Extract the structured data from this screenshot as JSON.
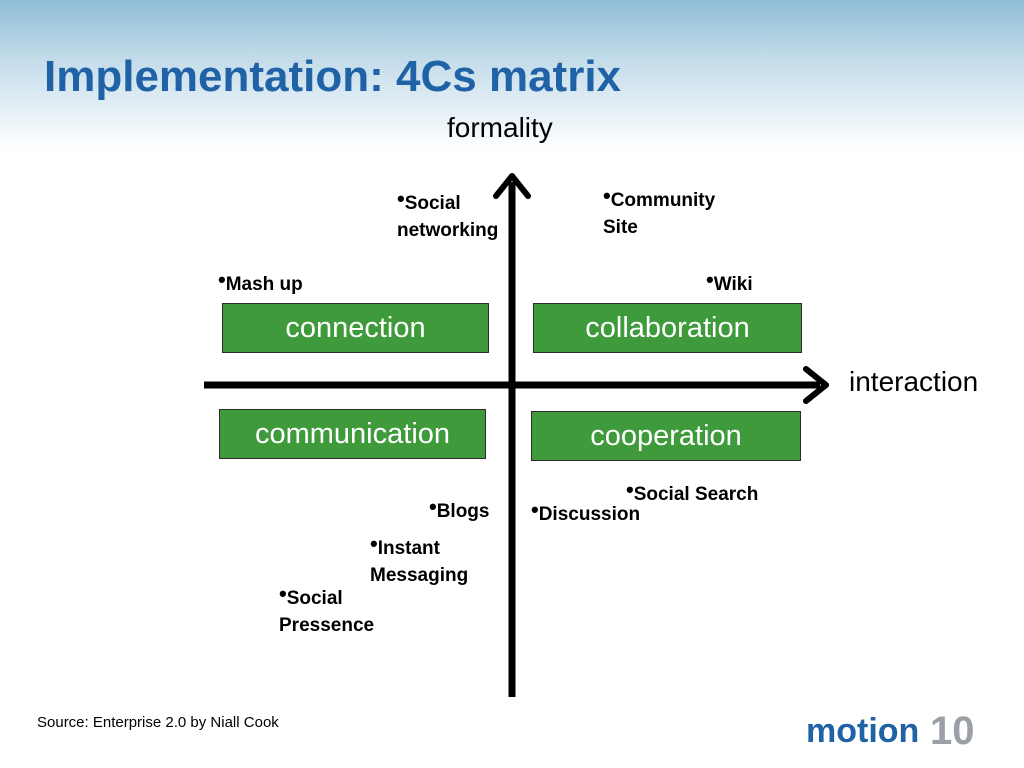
{
  "slide": {
    "title": "Implementation: 4Cs matrix",
    "source": "Source: Enterprise 2.0 by Niall Cook"
  },
  "axes": {
    "vertical_label": "formality",
    "horizontal_label": "interaction"
  },
  "quadrants": {
    "connection": "connection",
    "collaboration": "collaboration",
    "communication": "communication",
    "cooperation": "cooperation"
  },
  "tools": {
    "social_networking": [
      "Social",
      "networking"
    ],
    "community_site": [
      "Community",
      "Site"
    ],
    "mash_up": "Mash up",
    "wiki": "Wiki",
    "blogs": "Blogs",
    "discussion": "Discussion",
    "social_search": "Social Search",
    "instant_messaging": [
      "Instant",
      "Messaging"
    ],
    "social_presence": [
      "Social",
      "Pressence"
    ]
  },
  "bullet": "•",
  "colors": {
    "title": "#1f63a6",
    "quadrant_fill": "#3f9a3c",
    "quadrant_text": "#ffffff",
    "logo_blue": "#1f63a6",
    "logo_gray": "#9aa0a6"
  },
  "logo": {
    "word": "motion",
    "number": "10"
  }
}
